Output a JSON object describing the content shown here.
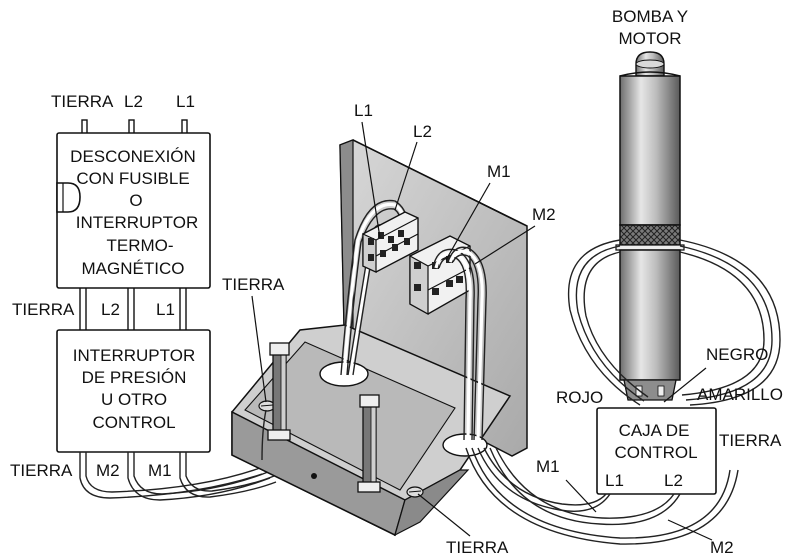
{
  "pump": {
    "line1": "BOMBA Y",
    "line2": "MOTOR"
  },
  "disconnect_box": {
    "top_labels": [
      "TIERRA",
      "L2",
      "L1"
    ],
    "lines": [
      "DESCONEXIÓN",
      "CON FUSIBLE",
      "O",
      "INTERRUPTOR",
      "TERMO-",
      "MAGNÉTICO"
    ]
  },
  "between_labels": [
    "TIERRA",
    "L2",
    "L1"
  ],
  "pressure_box": {
    "lines": [
      "INTERRUPTOR",
      "DE PRESIÓN",
      "U OTRO",
      "CONTROL"
    ],
    "bottom_labels": [
      "TIERRA",
      "M2",
      "M1"
    ]
  },
  "junction_labels": {
    "l1": "L1",
    "l2": "L2",
    "m1": "M1",
    "m2": "M2",
    "ground_left": "TIERRA",
    "ground_bottom": "TIERRA"
  },
  "control_box": {
    "lines": [
      "CAJA DE",
      "CONTROL"
    ],
    "terminals": [
      "L1",
      "L2"
    ],
    "wire_labels": {
      "negro": "NEGRO",
      "rojo": "ROJO",
      "amarillo": "AMARILLO",
      "tierra": "TIERRA"
    },
    "bottom_labels": {
      "m1": "M1",
      "m2": "M2"
    }
  },
  "colors": {
    "line": "#111111",
    "metal_dark": "#7d7d7d",
    "metal_mid": "#b5b5b5",
    "metal_light": "#e2e2e2"
  }
}
